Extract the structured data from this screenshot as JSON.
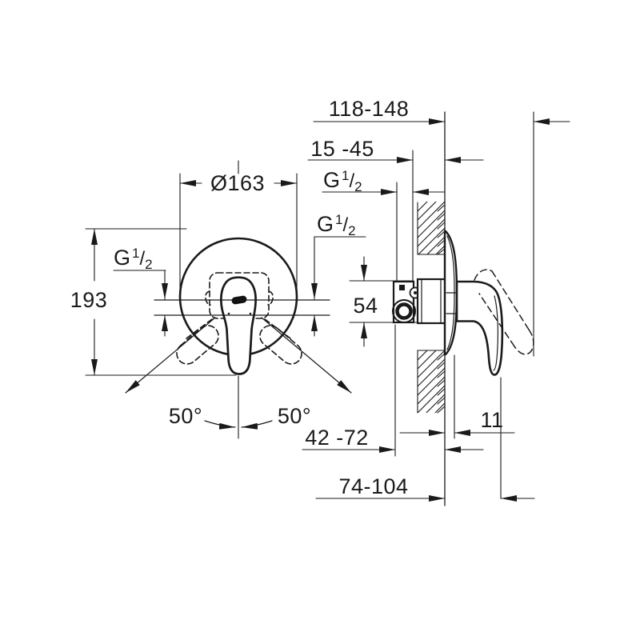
{
  "front_view": {
    "diameter": "Ø163",
    "height": "193",
    "angle_left": "50°",
    "angle_right": "50°"
  },
  "side_view": {
    "wall_to_lever_tip_range": "118-148",
    "concealed_depth_range": "15 -45",
    "valve_body_height": "54",
    "escutcheon_offset": "11",
    "rough_in_depth_range": "42 -72",
    "wall_to_lever_closed_range": "74-104"
  },
  "thread_label": {
    "letter": "G",
    "numerator": "1",
    "slash": "/",
    "denominator": "2"
  }
}
